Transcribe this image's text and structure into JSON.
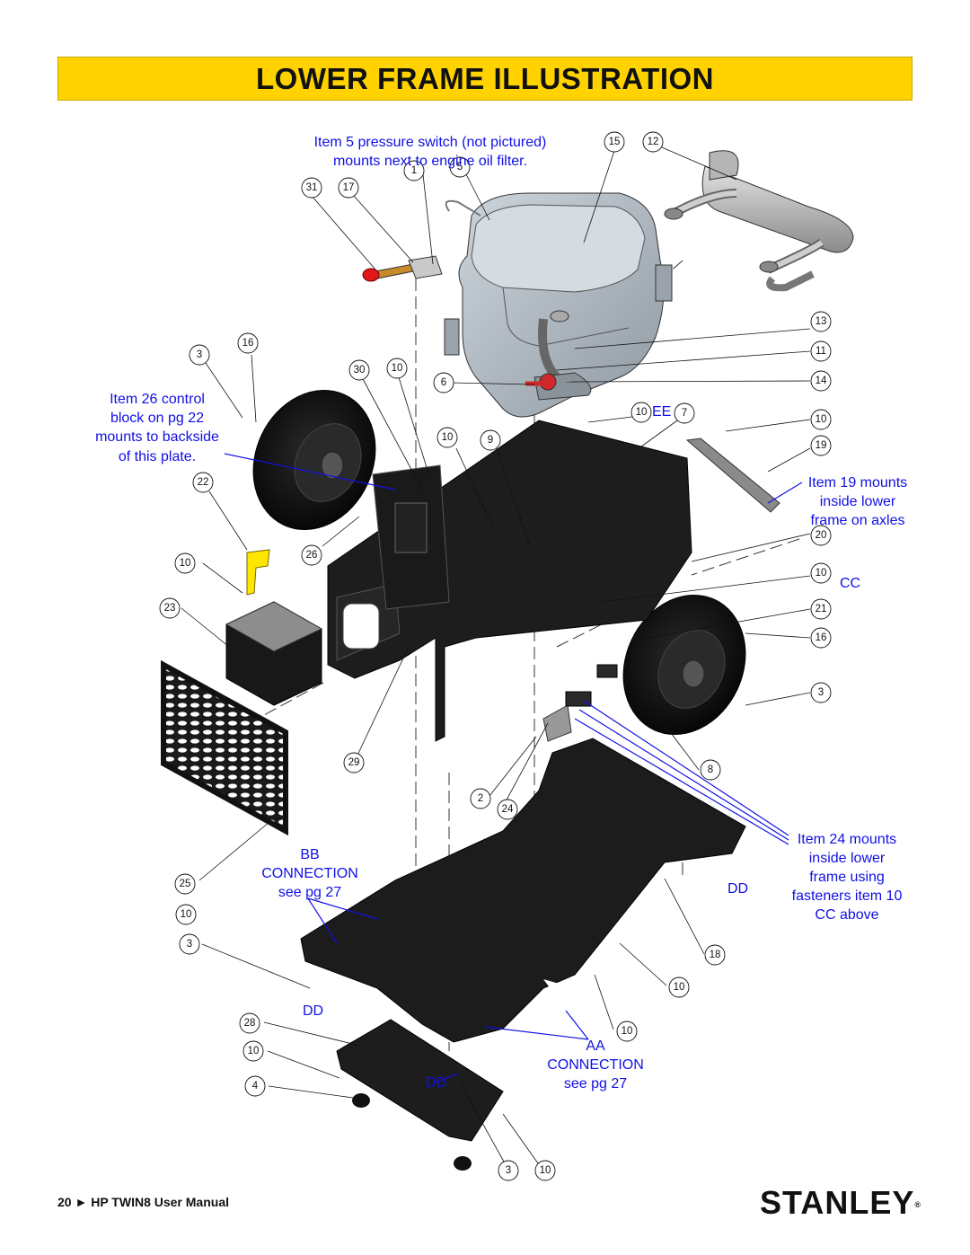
{
  "header": {
    "title": "LOWER FRAME ILLUSTRATION"
  },
  "notes": {
    "pressure_switch": [
      "Item 5 pressure switch (not pictured)",
      "mounts next to engine  oil filter."
    ],
    "control_block": [
      "Item 26 control",
      "block on pg 22",
      "mounts to backside",
      "of this plate."
    ],
    "item19": [
      "Item 19 mounts",
      "inside lower",
      "frame on axles"
    ],
    "item24": [
      "Item 24 mounts",
      "inside lower",
      "frame using",
      "fasteners item 10",
      "CC above"
    ],
    "bb": [
      "BB",
      "CONNECTION",
      "see pg 27"
    ],
    "aa": [
      "AA",
      "CONNECTION",
      "see pg 27"
    ],
    "ee": "EE",
    "cc": "CC",
    "dd_right": "DD",
    "dd_left": "DD",
    "dd_bottom": "DD"
  },
  "callouts": [
    {
      "id": "c15",
      "label": "15"
    },
    {
      "id": "c12",
      "label": "12"
    },
    {
      "id": "c1",
      "label": "1"
    },
    {
      "id": "c5",
      "label": "5"
    },
    {
      "id": "c31",
      "label": "31"
    },
    {
      "id": "c17",
      "label": "17"
    },
    {
      "id": "c3a",
      "label": "3"
    },
    {
      "id": "c16a",
      "label": "16"
    },
    {
      "id": "c30",
      "label": "30"
    },
    {
      "id": "c10a",
      "label": "10"
    },
    {
      "id": "c6",
      "label": "6"
    },
    {
      "id": "c13",
      "label": "13"
    },
    {
      "id": "c11",
      "label": "11"
    },
    {
      "id": "c14",
      "label": "14"
    },
    {
      "id": "c10b",
      "label": "10"
    },
    {
      "id": "c7",
      "label": "7"
    },
    {
      "id": "c10c",
      "label": "10"
    },
    {
      "id": "c19",
      "label": "19"
    },
    {
      "id": "c10d",
      "label": "10"
    },
    {
      "id": "c9",
      "label": "9"
    },
    {
      "id": "c22",
      "label": "22"
    },
    {
      "id": "c10e",
      "label": "10"
    },
    {
      "id": "c26",
      "label": "26"
    },
    {
      "id": "c20",
      "label": "20"
    },
    {
      "id": "c10f",
      "label": "10"
    },
    {
      "id": "c23",
      "label": "23"
    },
    {
      "id": "c21",
      "label": "21"
    },
    {
      "id": "c16b",
      "label": "16"
    },
    {
      "id": "c3b",
      "label": "3"
    },
    {
      "id": "c29",
      "label": "29"
    },
    {
      "id": "c8",
      "label": "8"
    },
    {
      "id": "c2",
      "label": "2"
    },
    {
      "id": "c24",
      "label": "24"
    },
    {
      "id": "c25",
      "label": "25"
    },
    {
      "id": "c10g",
      "label": "10"
    },
    {
      "id": "c3c",
      "label": "3"
    },
    {
      "id": "c18",
      "label": "18"
    },
    {
      "id": "c10h",
      "label": "10"
    },
    {
      "id": "c28",
      "label": "28"
    },
    {
      "id": "c10i",
      "label": "10"
    },
    {
      "id": "c10j",
      "label": "10"
    },
    {
      "id": "c4",
      "label": "4"
    },
    {
      "id": "c3d",
      "label": "3"
    },
    {
      "id": "c10k",
      "label": "10"
    }
  ],
  "footer": {
    "page": "20",
    "arrow": "►",
    "manual": "HP TWIN8 User Manual"
  },
  "brand": {
    "logo": "STANLEY",
    "mark": "®"
  },
  "colors": {
    "banner": "#ffd200",
    "note_blue": "#1010e6",
    "frame": "#1d1d1d",
    "engine": "#b7c0c8"
  }
}
